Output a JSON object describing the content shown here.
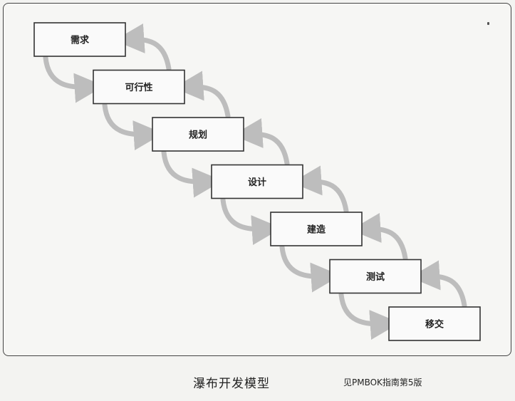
{
  "diagram": {
    "type": "waterfall-model",
    "stages": [
      {
        "id": "requirements",
        "label": "需求"
      },
      {
        "id": "feasibility",
        "label": "可行性"
      },
      {
        "id": "planning",
        "label": "规划"
      },
      {
        "id": "design",
        "label": "设计"
      },
      {
        "id": "build",
        "label": "建造"
      },
      {
        "id": "test",
        "label": "测试"
      },
      {
        "id": "transition",
        "label": "移交"
      }
    ],
    "connections": [
      {
        "from": "requirements",
        "to": "feasibility",
        "style": "forward"
      },
      {
        "from": "feasibility",
        "to": "requirements",
        "style": "feedback"
      },
      {
        "from": "feasibility",
        "to": "planning",
        "style": "forward"
      },
      {
        "from": "planning",
        "to": "feasibility",
        "style": "feedback"
      },
      {
        "from": "planning",
        "to": "design",
        "style": "forward"
      },
      {
        "from": "design",
        "to": "planning",
        "style": "feedback"
      },
      {
        "from": "design",
        "to": "build",
        "style": "forward"
      },
      {
        "from": "build",
        "to": "design",
        "style": "feedback"
      },
      {
        "from": "build",
        "to": "test",
        "style": "forward"
      },
      {
        "from": "test",
        "to": "build",
        "style": "feedback"
      },
      {
        "from": "test",
        "to": "transition",
        "style": "forward"
      },
      {
        "from": "transition",
        "to": "test",
        "style": "feedback"
      }
    ],
    "colors": {
      "arrow": "#bdbdbd",
      "box_border": "#333333",
      "box_fill": "#fafafa",
      "frame_border": "#444444"
    }
  },
  "caption": {
    "title": "瀑布开发模型",
    "source": "见PMBOK指南第5版"
  }
}
